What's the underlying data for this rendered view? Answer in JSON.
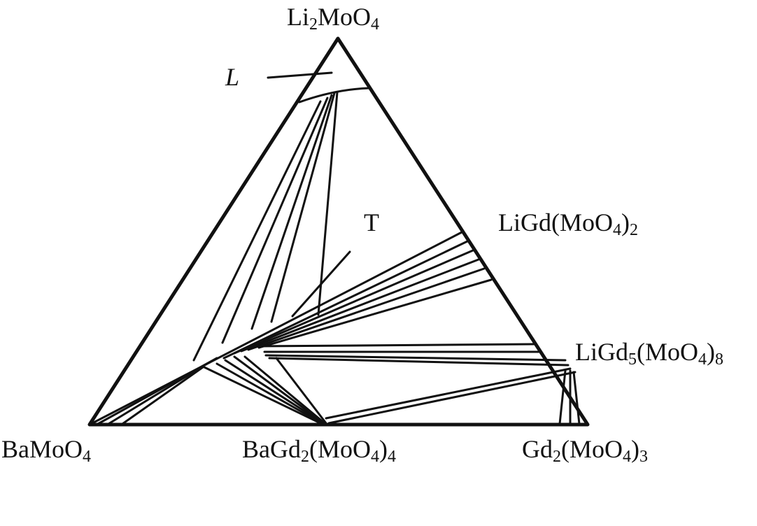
{
  "diagram": {
    "title": "Li2MoO4–BaMoO4–Gd2(MoO4)3 ternary phase diagram",
    "vertices": {
      "top": {
        "base": "Li",
        "sub1": "2",
        "rest": "MoO",
        "sub2": "4"
      },
      "left": {
        "base": "BaMoO",
        "sub1": "4"
      },
      "right": {
        "base": "Gd",
        "sub1": "2",
        "rest": "(MoO",
        "sub2": "4",
        "tail": ")",
        "sub3": "3"
      }
    },
    "compounds": {
      "bagd": {
        "base": "BaGd",
        "sub1": "2",
        "rest": "(MoO",
        "sub2": "4",
        "tail": ")",
        "sub3": "4"
      },
      "ligd": {
        "base": "LiGd(MoO",
        "sub1": "4",
        "tail": ")",
        "sub2": "2"
      },
      "ligd5": {
        "base": "LiGd",
        "sub1": "5",
        "rest": "(MoO",
        "sub2": "4",
        "tail": ")",
        "sub3": "8"
      }
    },
    "regions": {
      "liquid": "L",
      "ternary": "T"
    },
    "line_color": "#111111"
  }
}
